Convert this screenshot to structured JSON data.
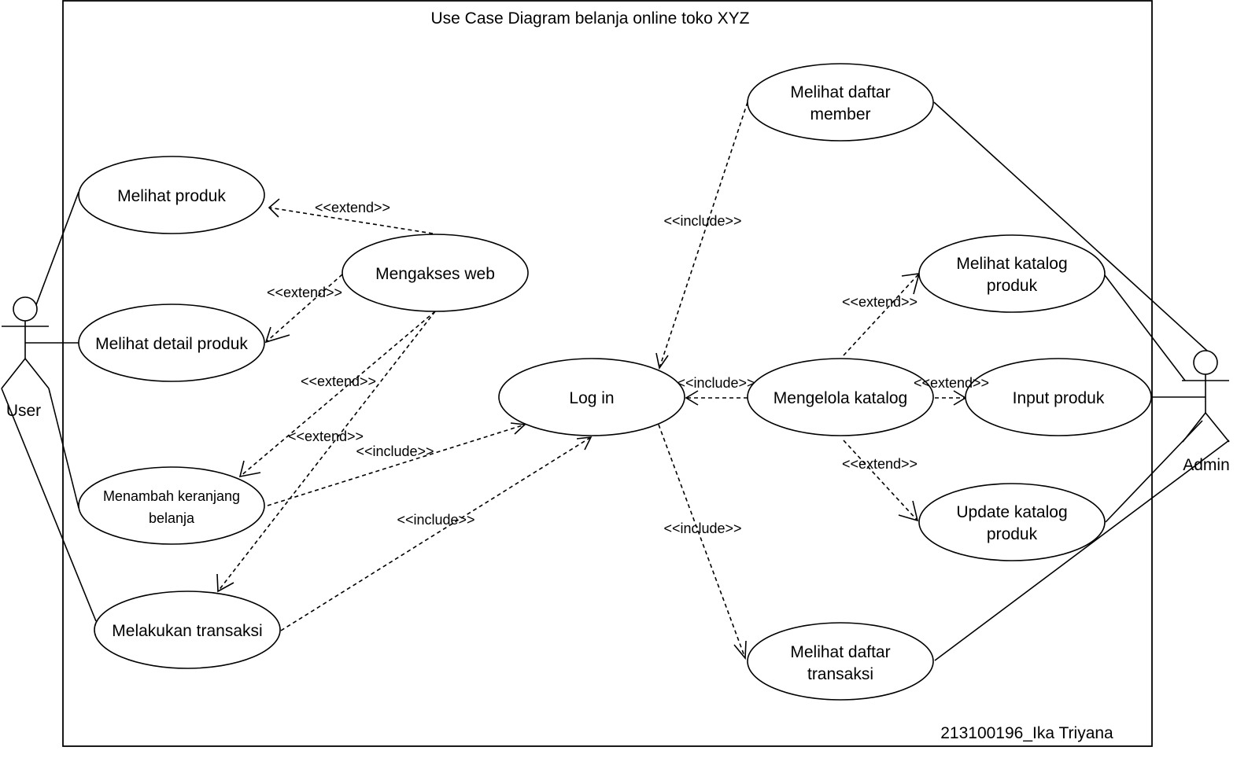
{
  "diagram": {
    "title": "Use Case Diagram belanja online toko XYZ",
    "author": "213100196_Ika Triyana",
    "actors": {
      "user": "User",
      "admin": "Admin"
    },
    "use_cases": {
      "melihat_produk": "Melihat produk",
      "mengakses_web": "Mengakses web",
      "melihat_detail": "Melihat detail produk",
      "menambah_keranjang_1": "Menambah keranjang",
      "menambah_keranjang_2": "belanja",
      "melakukan_transaksi": "Melakukan transaksi",
      "login": "Log in",
      "daftar_member_1": "Melihat daftar",
      "daftar_member_2": "member",
      "katalog_1": "Melihat katalog",
      "katalog_2": "produk",
      "mengelola_katalog": "Mengelola katalog",
      "input_produk": "Input produk",
      "update_katalog_1": "Update katalog",
      "update_katalog_2": "produk",
      "daftar_transaksi_1": "Melihat daftar",
      "daftar_transaksi_2": "transaksi"
    },
    "labels": {
      "extend": "<<extend>>",
      "include": "<<include>>"
    }
  }
}
